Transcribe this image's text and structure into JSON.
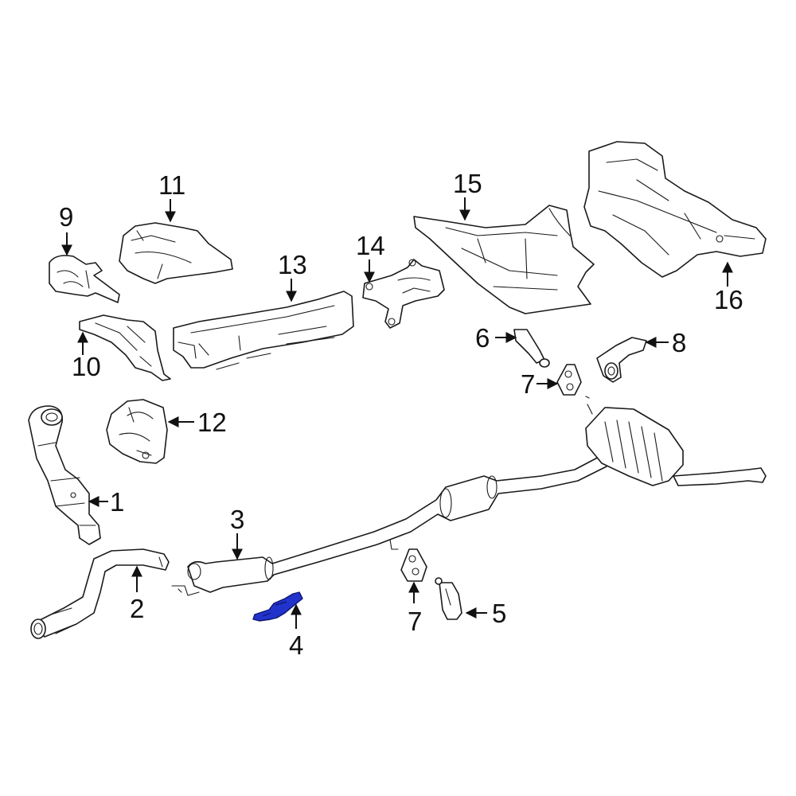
{
  "diagram": {
    "highlight_color": "#2233cc",
    "line_color": "#1a1a1a",
    "background": "#ffffff",
    "callouts": [
      {
        "id": "1",
        "label": "1"
      },
      {
        "id": "2",
        "label": "2"
      },
      {
        "id": "3",
        "label": "3"
      },
      {
        "id": "4",
        "label": "4"
      },
      {
        "id": "5",
        "label": "5"
      },
      {
        "id": "6",
        "label": "6"
      },
      {
        "id": "7a",
        "label": "7"
      },
      {
        "id": "7b",
        "label": "7"
      },
      {
        "id": "8",
        "label": "8"
      },
      {
        "id": "9",
        "label": "9"
      },
      {
        "id": "10",
        "label": "10"
      },
      {
        "id": "11",
        "label": "11"
      },
      {
        "id": "12",
        "label": "12"
      },
      {
        "id": "13",
        "label": "13"
      },
      {
        "id": "14",
        "label": "14"
      },
      {
        "id": "15",
        "label": "15"
      },
      {
        "id": "16",
        "label": "16"
      }
    ]
  }
}
